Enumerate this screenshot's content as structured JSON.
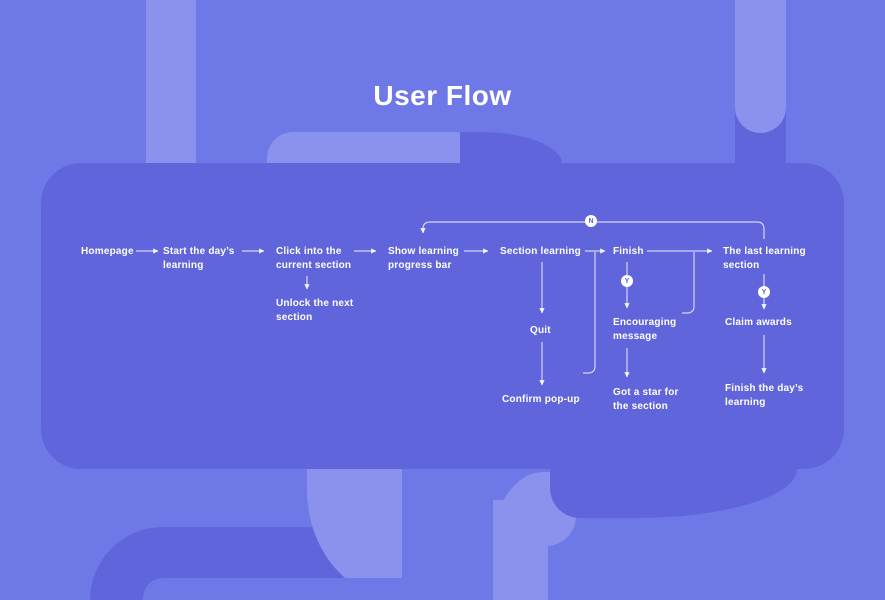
{
  "title": "User Flow",
  "colors": {
    "background": "#6F78E7",
    "panel": "#6065DB",
    "shape_light": "#8A92EE",
    "text": "#FFFFFF",
    "connector": "#FFFFFF",
    "badge_background": "#FFFFFF",
    "badge_text": "#5B60D6"
  },
  "nodes": {
    "homepage": "Homepage",
    "start_days_learning": "Start the day’s learning",
    "click_current_section": "Click into the current section",
    "unlock_next_section": "Unlock the next section",
    "show_progress_bar": "Show learning progress bar",
    "section_learning": "Section learning",
    "quit": "Quit",
    "confirm_popup": "Confirm pop-up",
    "finish": "Finish",
    "encouraging_message": "Encouraging message",
    "got_star_section": "Got a star for the section",
    "last_learning_section": "The last learning section",
    "claim_awards": "Claim awards",
    "finish_days_learning": "Finish the day’s learning"
  },
  "badges": {
    "no": "N",
    "yes_finish": "Y",
    "yes_last_section": "Y"
  }
}
